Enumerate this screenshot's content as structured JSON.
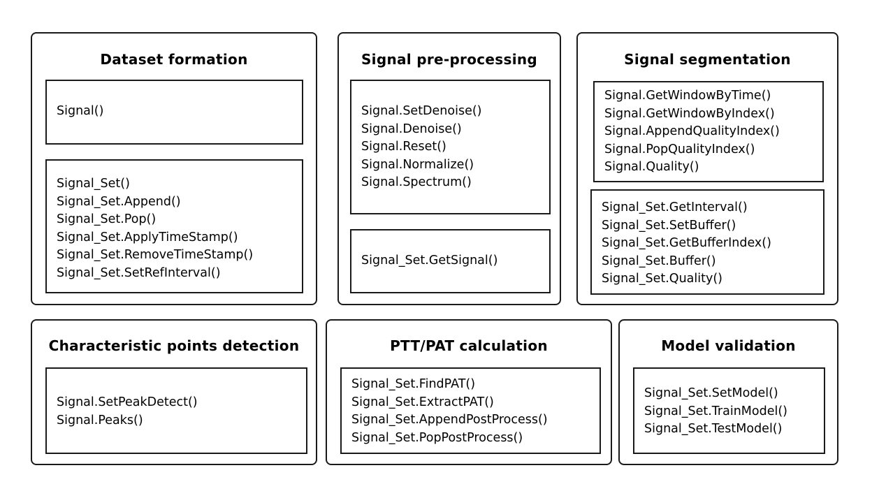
{
  "panels": {
    "dataset_formation": {
      "title": "Dataset formation",
      "boxes": [
        {
          "lines": [
            "Signal()"
          ]
        },
        {
          "lines": [
            "Signal_Set()",
            "Signal_Set.Append()",
            "Signal_Set.Pop()",
            "Signal_Set.ApplyTimeStamp()",
            "Signal_Set.RemoveTimeStamp()",
            "Signal_Set.SetRefInterval()"
          ]
        }
      ]
    },
    "signal_preprocessing": {
      "title": "Signal pre-processing",
      "boxes": [
        {
          "lines": [
            "Signal.SetDenoise()",
            "Signal.Denoise()",
            "Signal.Reset()",
            "Signal.Normalize()",
            "Signal.Spectrum()"
          ]
        },
        {
          "lines": [
            "Signal_Set.GetSignal()"
          ]
        }
      ]
    },
    "signal_segmentation": {
      "title": "Signal segmentation",
      "boxes": [
        {
          "lines": [
            "Signal.GetWindowByTime()",
            "Signal.GetWindowByIndex()",
            "Signal.AppendQualityIndex()",
            "Signal.PopQualityIndex()",
            "Signal.Quality()"
          ]
        },
        {
          "lines": [
            "Signal_Set.GetInterval()",
            "Signal_Set.SetBuffer()",
            "Signal_Set.GetBufferIndex()",
            "Signal_Set.Buffer()",
            "Signal_Set.Quality()"
          ]
        }
      ]
    },
    "characteristic_points": {
      "title": "Characteristic points detection",
      "boxes": [
        {
          "lines": [
            "Signal.SetPeakDetect()",
            "Signal.Peaks()"
          ]
        }
      ]
    },
    "ptt_pat": {
      "title": "PTT/PAT calculation",
      "boxes": [
        {
          "lines": [
            "Signal_Set.FindPAT()",
            "Signal_Set.ExtractPAT()",
            "Signal_Set.AppendPostProcess()",
            "Signal_Set.PopPostProcess()"
          ]
        }
      ]
    },
    "model_validation": {
      "title": "Model validation",
      "boxes": [
        {
          "lines": [
            "Signal_Set.SetModel()",
            "Signal_Set.TrainModel()",
            "Signal_Set.TestModel()"
          ]
        }
      ]
    }
  }
}
